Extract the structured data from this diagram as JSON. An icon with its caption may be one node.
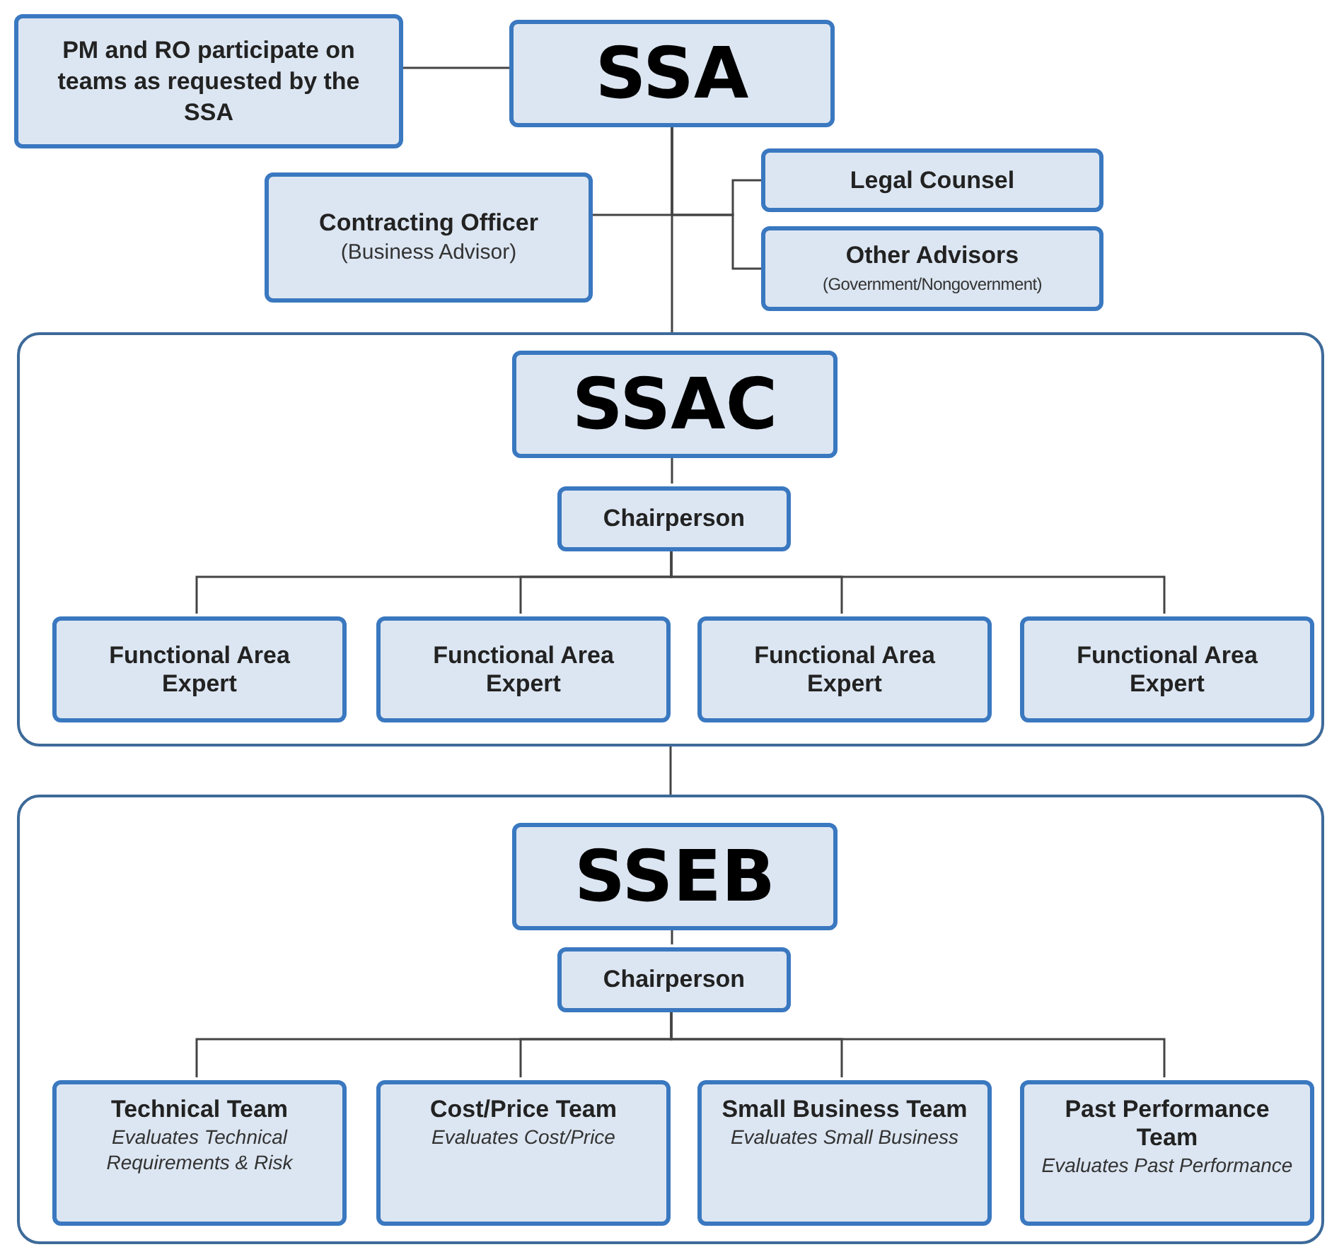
{
  "diagram": {
    "nodes": [
      {
        "text": [
          "PM and RO participate on teams as requested by the SSA"
        ]
      },
      {
        "text": [
          "SSA"
        ]
      },
      {
        "text": [
          "Contracting Officer",
          "(Business Advisor)"
        ]
      },
      {
        "text": [
          "Legal Counsel"
        ]
      },
      {
        "text": [
          "Other Advisors",
          "(Government/Nongovernment)"
        ]
      },
      {
        "text": [],
        "shape": "box"
      },
      {
        "text": [
          "SSAC"
        ],
        "in": 5
      },
      {
        "text": [
          "Chairperson"
        ],
        "in": 5
      },
      {
        "text": [
          "Functional Area Expert"
        ],
        "in": 5
      },
      {
        "text": [
          "Functional Area Expert"
        ],
        "in": 5
      },
      {
        "text": [
          "Functional Area Expert"
        ],
        "in": 5
      },
      {
        "text": [
          "Functional Area Expert"
        ],
        "in": 5
      },
      {
        "text": [],
        "shape": "box"
      },
      {
        "text": [
          "SSEB"
        ],
        "in": 12
      },
      {
        "text": [
          "Chairperson"
        ],
        "in": 12
      },
      {
        "text": [
          "Technical Team",
          "Evaluates Technical Requirements & Risk"
        ],
        "in": 12
      },
      {
        "text": [
          "Cost/Price Team",
          "Evaluates Cost/Price"
        ],
        "in": 12
      },
      {
        "text": [
          "Small Business Team",
          "Evaluates Small Business"
        ],
        "in": 12
      },
      {
        "text": [
          "Past Performance Team",
          "Evaluates Past Performance"
        ],
        "in": 12
      }
    ],
    "edges": [
      {
        "from": 0,
        "to": 1,
        "arrow": "none"
      },
      {
        "from": 1,
        "to": 2,
        "arrow": "none"
      },
      {
        "from": 1,
        "to": 3,
        "arrow": "none"
      },
      {
        "from": 1,
        "to": 4,
        "arrow": "none"
      },
      {
        "from": 1,
        "to": 5,
        "arrow": "none"
      },
      {
        "from": 6,
        "to": 7,
        "arrow": "none"
      },
      {
        "from": 7,
        "to": 8,
        "arrow": "none"
      },
      {
        "from": 7,
        "to": 9,
        "arrow": "none"
      },
      {
        "from": 7,
        "to": 10,
        "arrow": "none"
      },
      {
        "from": 7,
        "to": 11,
        "arrow": "none"
      },
      {
        "from": 5,
        "to": 12,
        "arrow": "none"
      },
      {
        "from": 13,
        "to": 14,
        "arrow": "none"
      },
      {
        "from": 14,
        "to": 15,
        "arrow": "none"
      },
      {
        "from": 14,
        "to": 16,
        "arrow": "none"
      },
      {
        "from": 14,
        "to": 17,
        "arrow": "none"
      },
      {
        "from": 14,
        "to": 18,
        "arrow": "none"
      }
    ]
  }
}
